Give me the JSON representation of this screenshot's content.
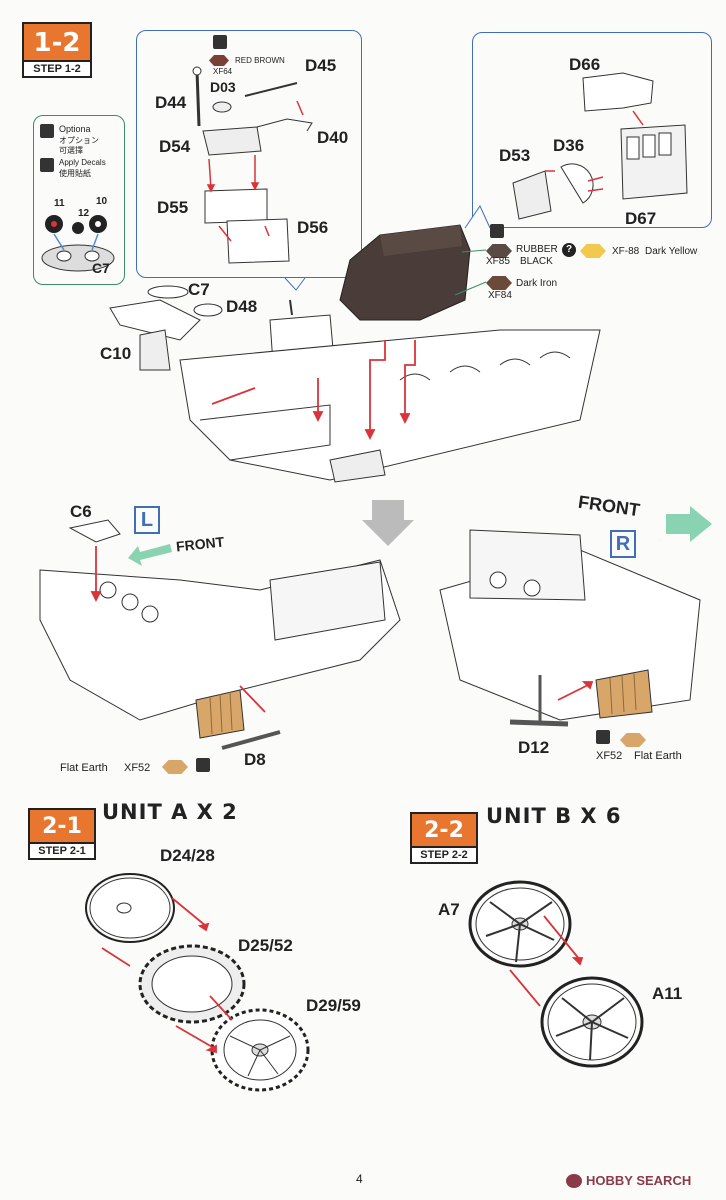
{
  "steps": {
    "main": {
      "number": "1-2",
      "label": "STEP 1-2"
    },
    "unit_a": {
      "number": "2-1",
      "label": "STEP 2-1",
      "title": "UNIT A X 2"
    },
    "unit_b": {
      "number": "2-2",
      "label": "STEP 2-2",
      "title": "UNIT B X 6"
    }
  },
  "optional": {
    "title": "Optiona",
    "jp": "オプション",
    "cn": "可選擇",
    "decal_en": "Apply Decals",
    "decal_cn": "使用貼紙",
    "dial_nums": [
      "11",
      "12",
      "10"
    ],
    "part": "C7"
  },
  "callout_engine_parts": {
    "paint_label": "RED BROWN",
    "paint_code": "XF64",
    "parts": [
      "D45",
      "D44",
      "D03",
      "D54",
      "D40",
      "D55",
      "D56"
    ]
  },
  "callout_block": {
    "parts": [
      "D66",
      "D36",
      "D53",
      "D67"
    ]
  },
  "paints": {
    "rubber_code": "XF85",
    "rubber_label1": "RUBBER",
    "rubber_label2": "BLACK",
    "yellow_code": "XF-88",
    "yellow_label": "Dark Yellow",
    "iron_code": "XF84",
    "iron_label": "Dark Iron",
    "earth_code": "XF52",
    "earth_label": "Flat Earth",
    "colors": {
      "orange": "#e8762f",
      "rubber": "#5a4a44",
      "yellow": "#f2c94c",
      "iron": "#6b4a3a",
      "earth": "#d9a66a",
      "arrow": "#d8343a",
      "front_arrow": "#8ad3b2",
      "blue": "#3f6fb8"
    }
  },
  "main_parts": {
    "c7": "C7",
    "d48": "D48",
    "c10": "C10",
    "c6": "C6",
    "d8": "D8",
    "d12": "D12"
  },
  "views": {
    "left_letter": "L",
    "right_letter": "R",
    "front": "FRONT"
  },
  "unit_a_parts": [
    "D24/28",
    "D25/52",
    "D29/59"
  ],
  "unit_b_parts": [
    "A7",
    "A11"
  ],
  "page_number": "4",
  "footer": {
    "brand": "HOBBY SEARCH"
  }
}
